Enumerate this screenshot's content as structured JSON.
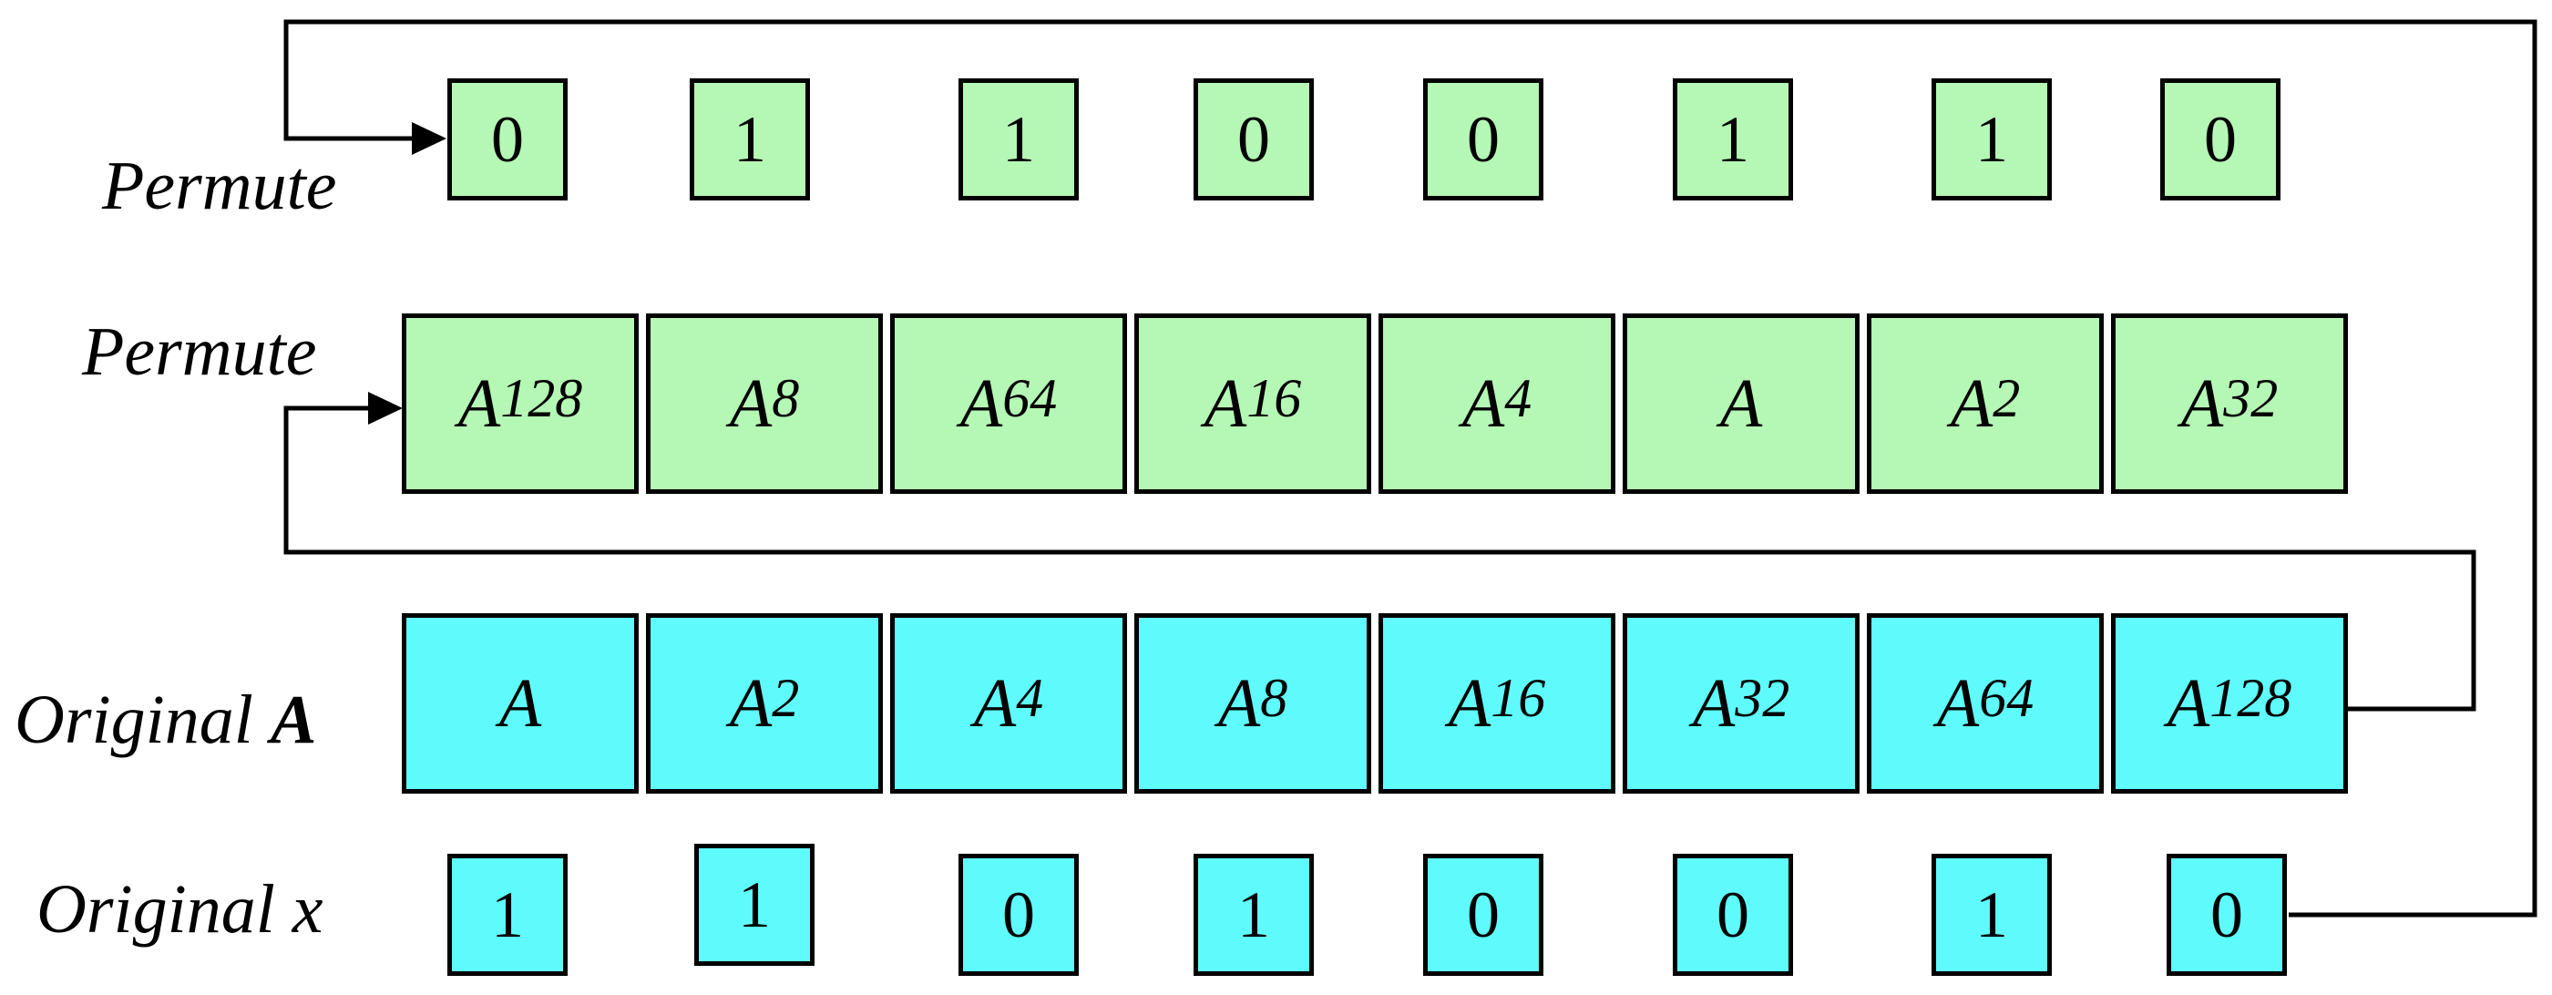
{
  "labels": {
    "permute_bits": "Permute",
    "permute_matrices": "Permute",
    "original_a_prefix": "Original ",
    "original_a_bold": "A",
    "original_x": "Original x"
  },
  "rows": {
    "permuted_bits": [
      "0",
      "1",
      "1",
      "0",
      "0",
      "1",
      "1",
      "0"
    ],
    "permuted_powers": [
      {
        "base": "A",
        "exp": "128"
      },
      {
        "base": "A",
        "exp": "8"
      },
      {
        "base": "A",
        "exp": "64"
      },
      {
        "base": "A",
        "exp": "16"
      },
      {
        "base": "A",
        "exp": "4"
      },
      {
        "base": "A",
        "exp": ""
      },
      {
        "base": "A",
        "exp": "2"
      },
      {
        "base": "A",
        "exp": "32"
      }
    ],
    "original_powers": [
      {
        "base": "A",
        "exp": ""
      },
      {
        "base": "A",
        "exp": "2"
      },
      {
        "base": "A",
        "exp": "4"
      },
      {
        "base": "A",
        "exp": "8"
      },
      {
        "base": "A",
        "exp": "16"
      },
      {
        "base": "A",
        "exp": "32"
      },
      {
        "base": "A",
        "exp": "64"
      },
      {
        "base": "A",
        "exp": "128"
      }
    ],
    "original_bits": [
      "1",
      "1",
      "0",
      "1",
      "0",
      "0",
      "1",
      "0"
    ]
  },
  "colors": {
    "permuted_fill": "#b5f7b5",
    "original_fill": "#5ffbfc",
    "stroke": "#000000"
  }
}
